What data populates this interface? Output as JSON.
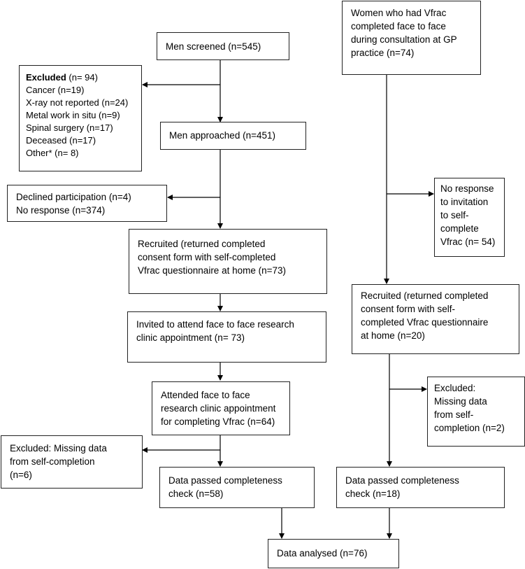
{
  "men": {
    "screened": "Men screened (n=545)",
    "excluded": {
      "heading": "Excluded",
      "heading_count": " (n= 94)",
      "items": [
        "Cancer (n=19)",
        "X-ray not reported (n=24)",
        "Metal work in situ (n=9)",
        "Spinal surgery (n=17)",
        "Deceased (n=17)",
        "Other* (n= 8)"
      ]
    },
    "approached": "Men approached (n=451)",
    "declined": [
      "Declined participation (n=4)",
      "No response (n=374)"
    ],
    "recruited": [
      "Recruited (returned completed",
      "consent form with self-completed",
      "Vfrac questionnaire at home (n=73)"
    ],
    "invited": [
      "Invited to attend face to face research",
      "clinic appointment (n= 73)"
    ],
    "attended": [
      "Attended face to face",
      "research clinic appointment",
      "for completing Vfrac (n=64)"
    ],
    "excluded_missing": [
      "Excluded: Missing data",
      "from self-completion",
      "(n=6)"
    ],
    "passed": [
      "Data passed completeness",
      "check (n=58)"
    ]
  },
  "women": {
    "start": [
      "Women who had Vfrac",
      "completed face to face",
      "during consultation at GP",
      "practice  (n=74)"
    ],
    "no_response": [
      "No response",
      "to invitation",
      "to self-",
      "complete",
      "Vfrac (n= 54)"
    ],
    "recruited": [
      "Recruited (returned completed",
      "consent form with self-",
      "completed Vfrac questionnaire",
      "at home (n=20)"
    ],
    "excluded": [
      "Excluded:",
      "Missing data",
      "from self-",
      "completion (n=2)"
    ],
    "passed": [
      "Data passed completeness",
      "check (n=18)"
    ]
  },
  "analysed": "Data analysed (n=76)"
}
